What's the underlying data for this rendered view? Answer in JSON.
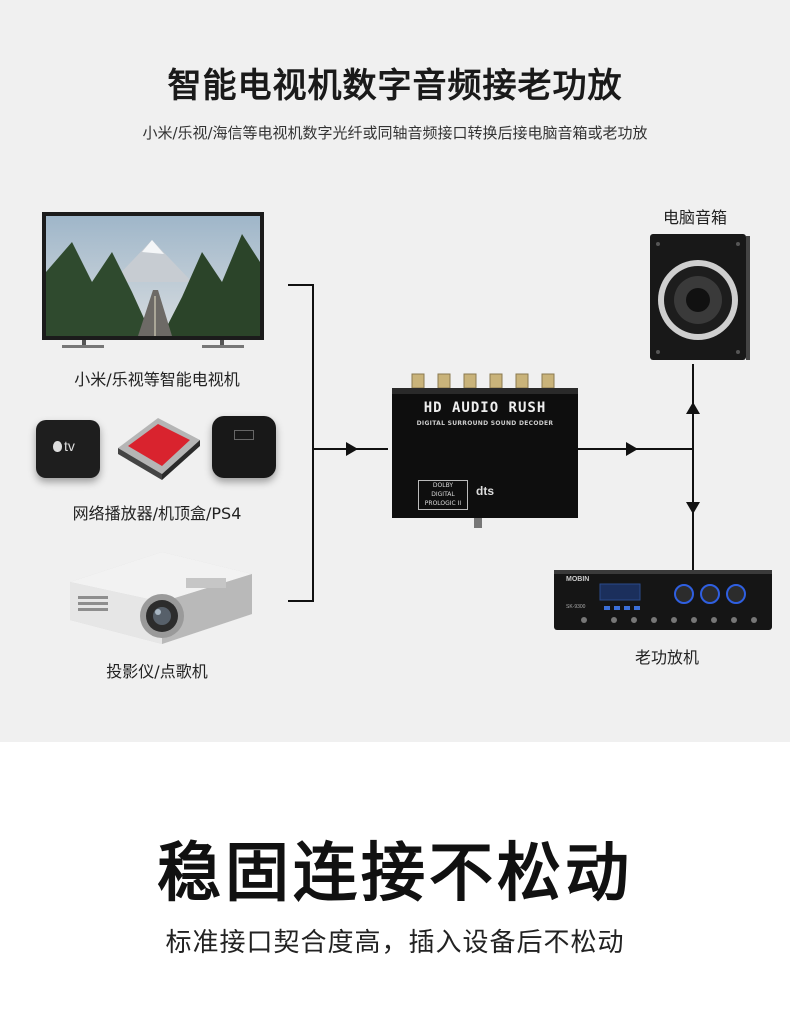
{
  "header": {
    "title": "智能电视机数字音频接老功放",
    "subtitle": "小米/乐视/海信等电视机数字光纤或同轴音频接口转换后接电脑音箱或老功放"
  },
  "sources": {
    "tv_label": "小米/乐视等智能电视机",
    "apple_tv_text": "tv",
    "player_label": "网络播放器/机顶盒/PS4",
    "projector_label": "投影仪/点歌机"
  },
  "decoder": {
    "brand": "HD AUDIO RUSH",
    "tagline": "DIGITAL SURROUND SOUND DECODER",
    "dolby_text": "DOLBY",
    "digital_text": "DIGITAL",
    "prologic_text": "PROLOGIC II",
    "dts_text": "dts"
  },
  "outputs": {
    "speaker_label": "电脑音箱",
    "amplifier_label": "老功放机",
    "amp_brand": "MOBIN",
    "amp_model": "SK-9300"
  },
  "feature": {
    "title": "稳固连接不松动",
    "subtitle": "标准接口契合度高，插入设备后不松动"
  },
  "colors": {
    "panel_bg": "#f0f0f0",
    "accent_red": "#d9232e",
    "line": "#111111"
  }
}
